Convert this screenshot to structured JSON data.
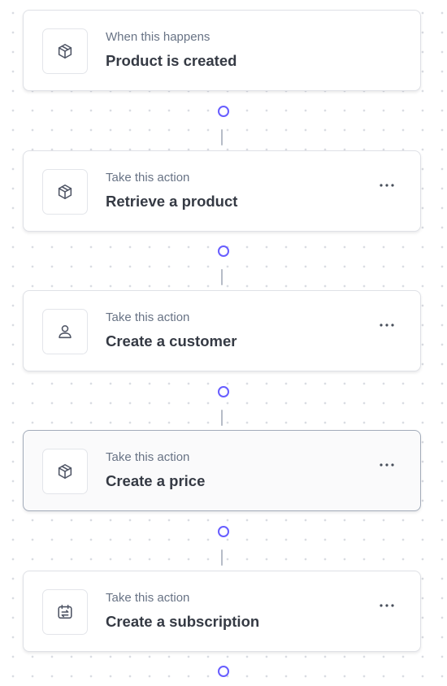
{
  "steps": [
    {
      "subtitle": "When this happens",
      "title": "Product is created",
      "icon": "box-icon",
      "has_menu": false
    },
    {
      "subtitle": "Take this action",
      "title": "Retrieve a product",
      "icon": "box-icon",
      "has_menu": true
    },
    {
      "subtitle": "Take this action",
      "title": "Create a customer",
      "icon": "person-icon",
      "has_menu": true
    },
    {
      "subtitle": "Take this action",
      "title": "Create a price",
      "icon": "box-icon",
      "has_menu": true,
      "selected": true
    },
    {
      "subtitle": "Take this action",
      "title": "Create a subscription",
      "icon": "calendar-refresh-icon",
      "has_menu": true
    }
  ],
  "colors": {
    "connector_node": "#675dff",
    "connector_line": "#b6bcc7",
    "title_text": "#353a44",
    "subtitle_text": "#687385",
    "selected_border": "#a3acba"
  }
}
